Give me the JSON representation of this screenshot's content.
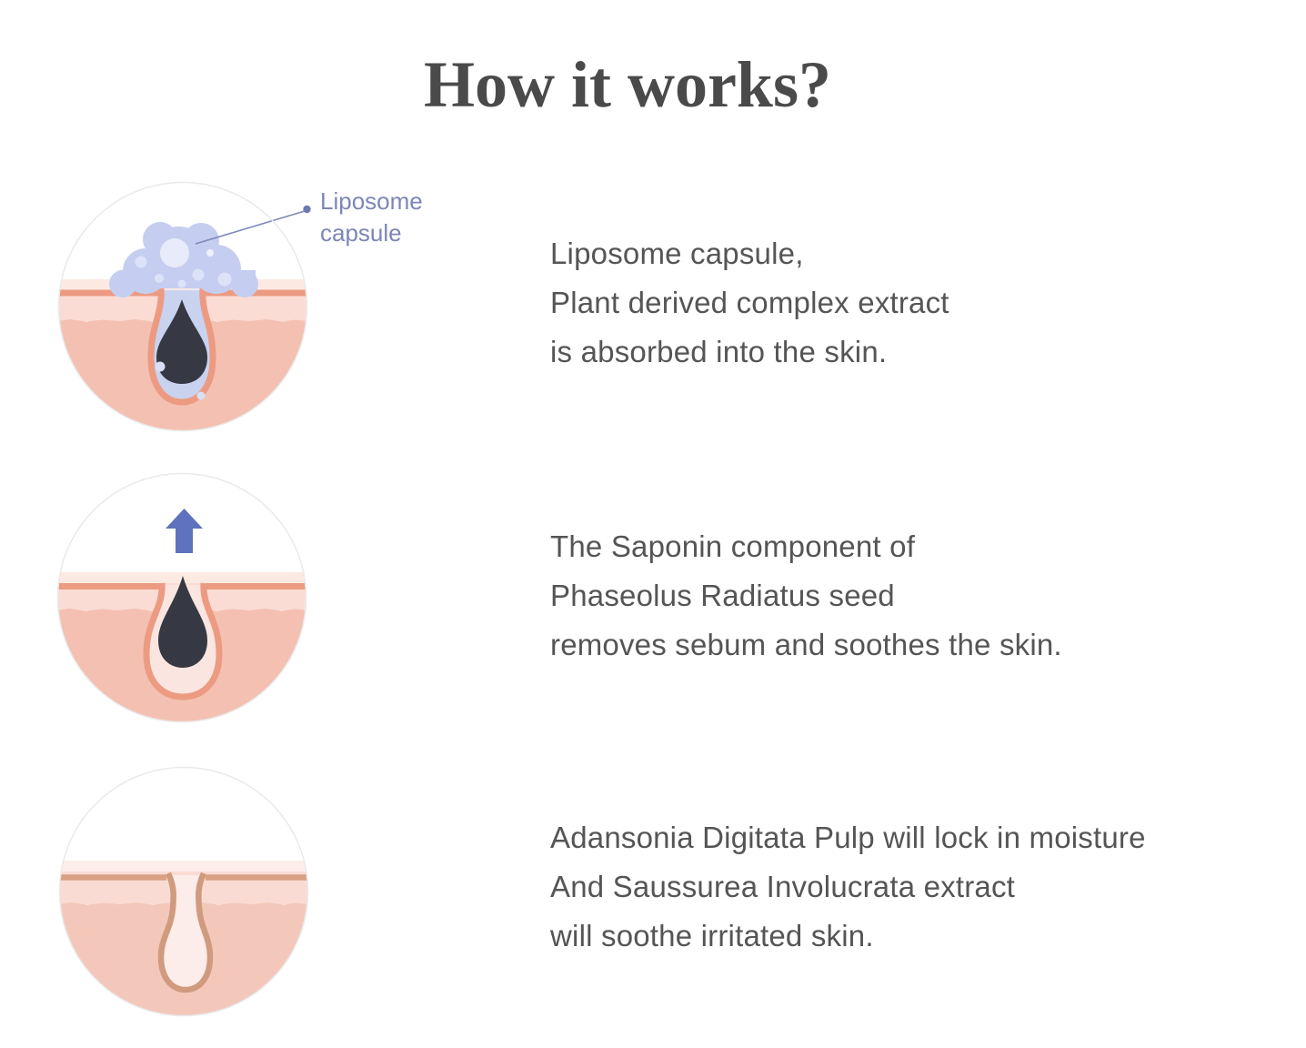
{
  "page": {
    "title": "How it works?"
  },
  "callout": {
    "line1": "Liposome",
    "line2": "capsule"
  },
  "steps": [
    {
      "name": "absorption",
      "illustration": "pore-with-liposome-foam",
      "text_lines": [
        "Liposome capsule,",
        "Plant derived complex extract",
        "is absorbed into the skin."
      ]
    },
    {
      "name": "sebum-removal",
      "illustration": "pore-sebum-lifting-arrow",
      "text_lines": [
        "The Saponin component of",
        "Phaseolus Radiatus seed",
        "removes sebum and soothes the skin."
      ]
    },
    {
      "name": "soothing",
      "illustration": "clean-pore",
      "text_lines": [
        "Adansonia Digitata Pulp will lock in moisture",
        "And Saussurea Involucrata extract",
        "will soothe irritated skin."
      ]
    }
  ],
  "colors": {
    "title_text": "#4a4a4a",
    "body_text": "#555555",
    "callout_text": "#7c86b8",
    "arrow_blue": "#5e72bd",
    "foam_blue": "#c5cef0",
    "pore_liquid_blue": "#c9d3f0",
    "sebum_black": "#363943",
    "skin_line_salmon": "#ec9b82",
    "skin_line_tan": "#d9a084",
    "epidermis_pink": "#fbdcd5",
    "dermis_pink": "#f4c0b1"
  }
}
